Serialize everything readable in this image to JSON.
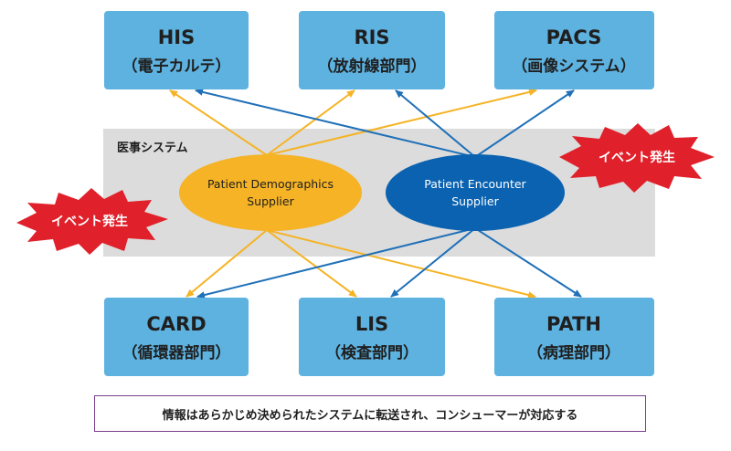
{
  "band": {
    "label": "医事システム"
  },
  "systems": {
    "his": {
      "name": "HIS",
      "sub": "（電子カルテ）"
    },
    "ris": {
      "name": "RIS",
      "sub": "（放射線部門）"
    },
    "pacs": {
      "name": "PACS",
      "sub": "（画像システム）"
    },
    "card": {
      "name": "CARD",
      "sub": "（循環器部門）"
    },
    "lis": {
      "name": "LIS",
      "sub": "（検査部門）"
    },
    "path": {
      "name": "PATH",
      "sub": "（病理部門）"
    }
  },
  "actors": {
    "demographics": {
      "line1": "Patient Demographics",
      "line2": "Supplier"
    },
    "encounter": {
      "line1": "Patient Encounter",
      "line2": "Supplier"
    }
  },
  "events": {
    "left": "イベント発生",
    "right": "イベント発生"
  },
  "footer": "情報はあらかじめ決められたシステムに転送され、コンシューマーが対応する",
  "colors": {
    "system_box": "#5eb2e0",
    "band": "#dcdcdc",
    "demographics_fill": "#f5b325",
    "encounter_fill": "#0a62b0",
    "demographics_arrow": "#f5b325",
    "encounter_arrow": "#1f70b8",
    "burst": "#e0202a",
    "footer_border": "#7b3f8f"
  }
}
